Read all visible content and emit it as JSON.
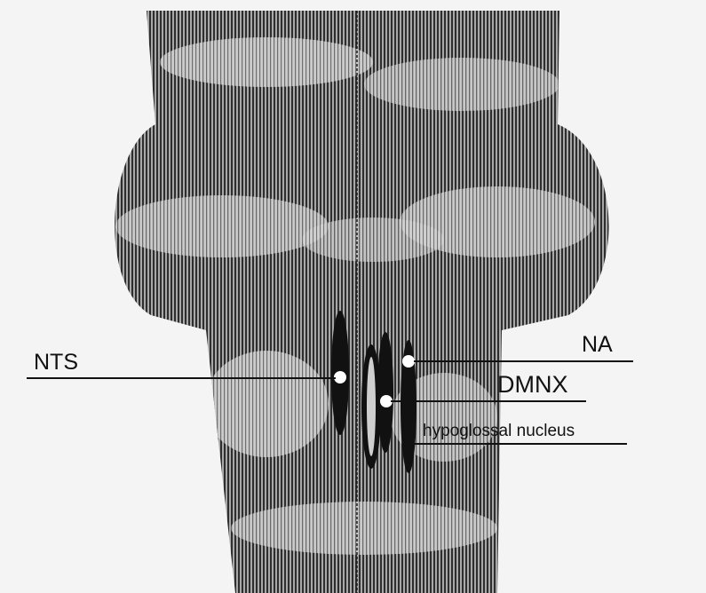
{
  "labels": {
    "nts": "NTS",
    "na": "NA",
    "dmnx": "DMNX",
    "hypoglossal": "hypoglossal nucleus"
  },
  "colors": {
    "background": "#f4f4f4",
    "tissue_dark": "#3a3a3a",
    "tissue_light": "#b9b9b9",
    "nucleus_fill": "#111111",
    "marker_dot": "#ffffff"
  }
}
